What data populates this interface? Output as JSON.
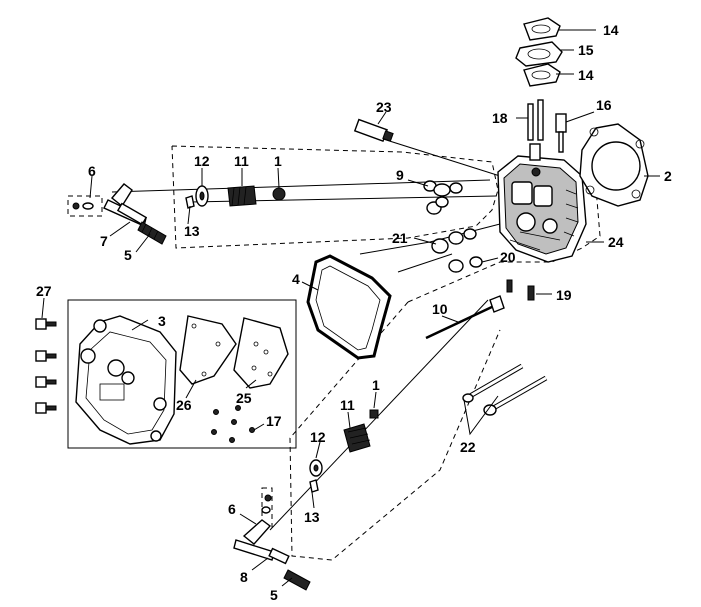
{
  "labels": {
    "p1_top": "1",
    "p2": "2",
    "p3": "3",
    "p4": "4",
    "p5_top": "5",
    "p6_top": "6",
    "p7": "7",
    "p9": "9",
    "p10": "10",
    "p11_top": "11",
    "p12_top": "12",
    "p13_top": "13",
    "p14_top": "14",
    "p15": "15",
    "p14_mid": "14",
    "p16": "16",
    "p17": "17",
    "p18": "18",
    "p19": "19",
    "p20": "20",
    "p21": "21",
    "p22": "22",
    "p23": "23",
    "p24": "24",
    "p25": "25",
    "p26": "26",
    "p27": "27",
    "p1_bot": "1",
    "p11_bot": "11",
    "p12_bot": "12",
    "p13_bot": "13",
    "p6_bot": "6",
    "p8": "8",
    "p5_bot": "5"
  }
}
